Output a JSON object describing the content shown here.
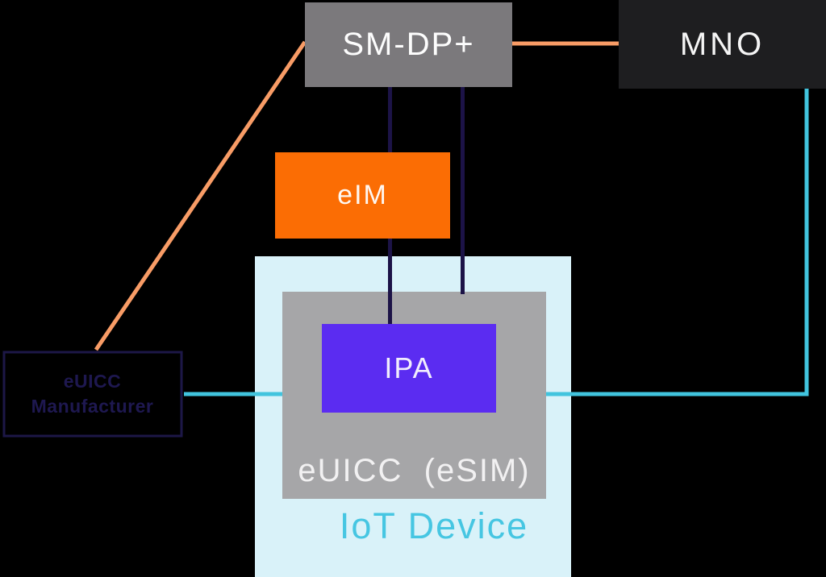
{
  "diagram": {
    "background": "#000000",
    "nodes": {
      "sm_dp": {
        "label": "SM-DP+",
        "fill": "#7b797c",
        "text_color": "#fdfdfd"
      },
      "mno": {
        "label": "MNO",
        "fill": "#1e1e20",
        "text_color": "#f5f5f5"
      },
      "eim": {
        "label": "eIM",
        "fill": "#fb6d04",
        "text_color": "#fef7f2"
      },
      "ipa": {
        "label": "IPA",
        "fill": "#5b2cf1",
        "text_color": "#f1edfd"
      },
      "euicc_esim": {
        "label": "eUICC  (eSIM)",
        "fill": "#a6a6a8",
        "text_color": "#f2f1f2"
      },
      "iot_device": {
        "label": "IoT Device",
        "fill": "#d9f2f9",
        "text_color": "#46c6e2"
      },
      "euicc_manufacturer": {
        "label_line1": "eUICC",
        "label_line2": "Manufacturer",
        "border_color": "#1d1747",
        "text_color": "#1e1850"
      }
    },
    "connectors": [
      {
        "name": "sm-dp-to-mno",
        "color": "#f89c66"
      },
      {
        "name": "sm-dp-to-euicc-manufacturer",
        "color": "#f89c66"
      },
      {
        "name": "sm-dp-to-ipa",
        "color": "#1c1347"
      },
      {
        "name": "sm-dp-to-euicc-esim",
        "color": "#1c1347"
      },
      {
        "name": "euicc-manufacturer-to-iot-device",
        "color": "#41c4de"
      },
      {
        "name": "iot-device-to-mno",
        "color": "#41c4de"
      }
    ]
  }
}
